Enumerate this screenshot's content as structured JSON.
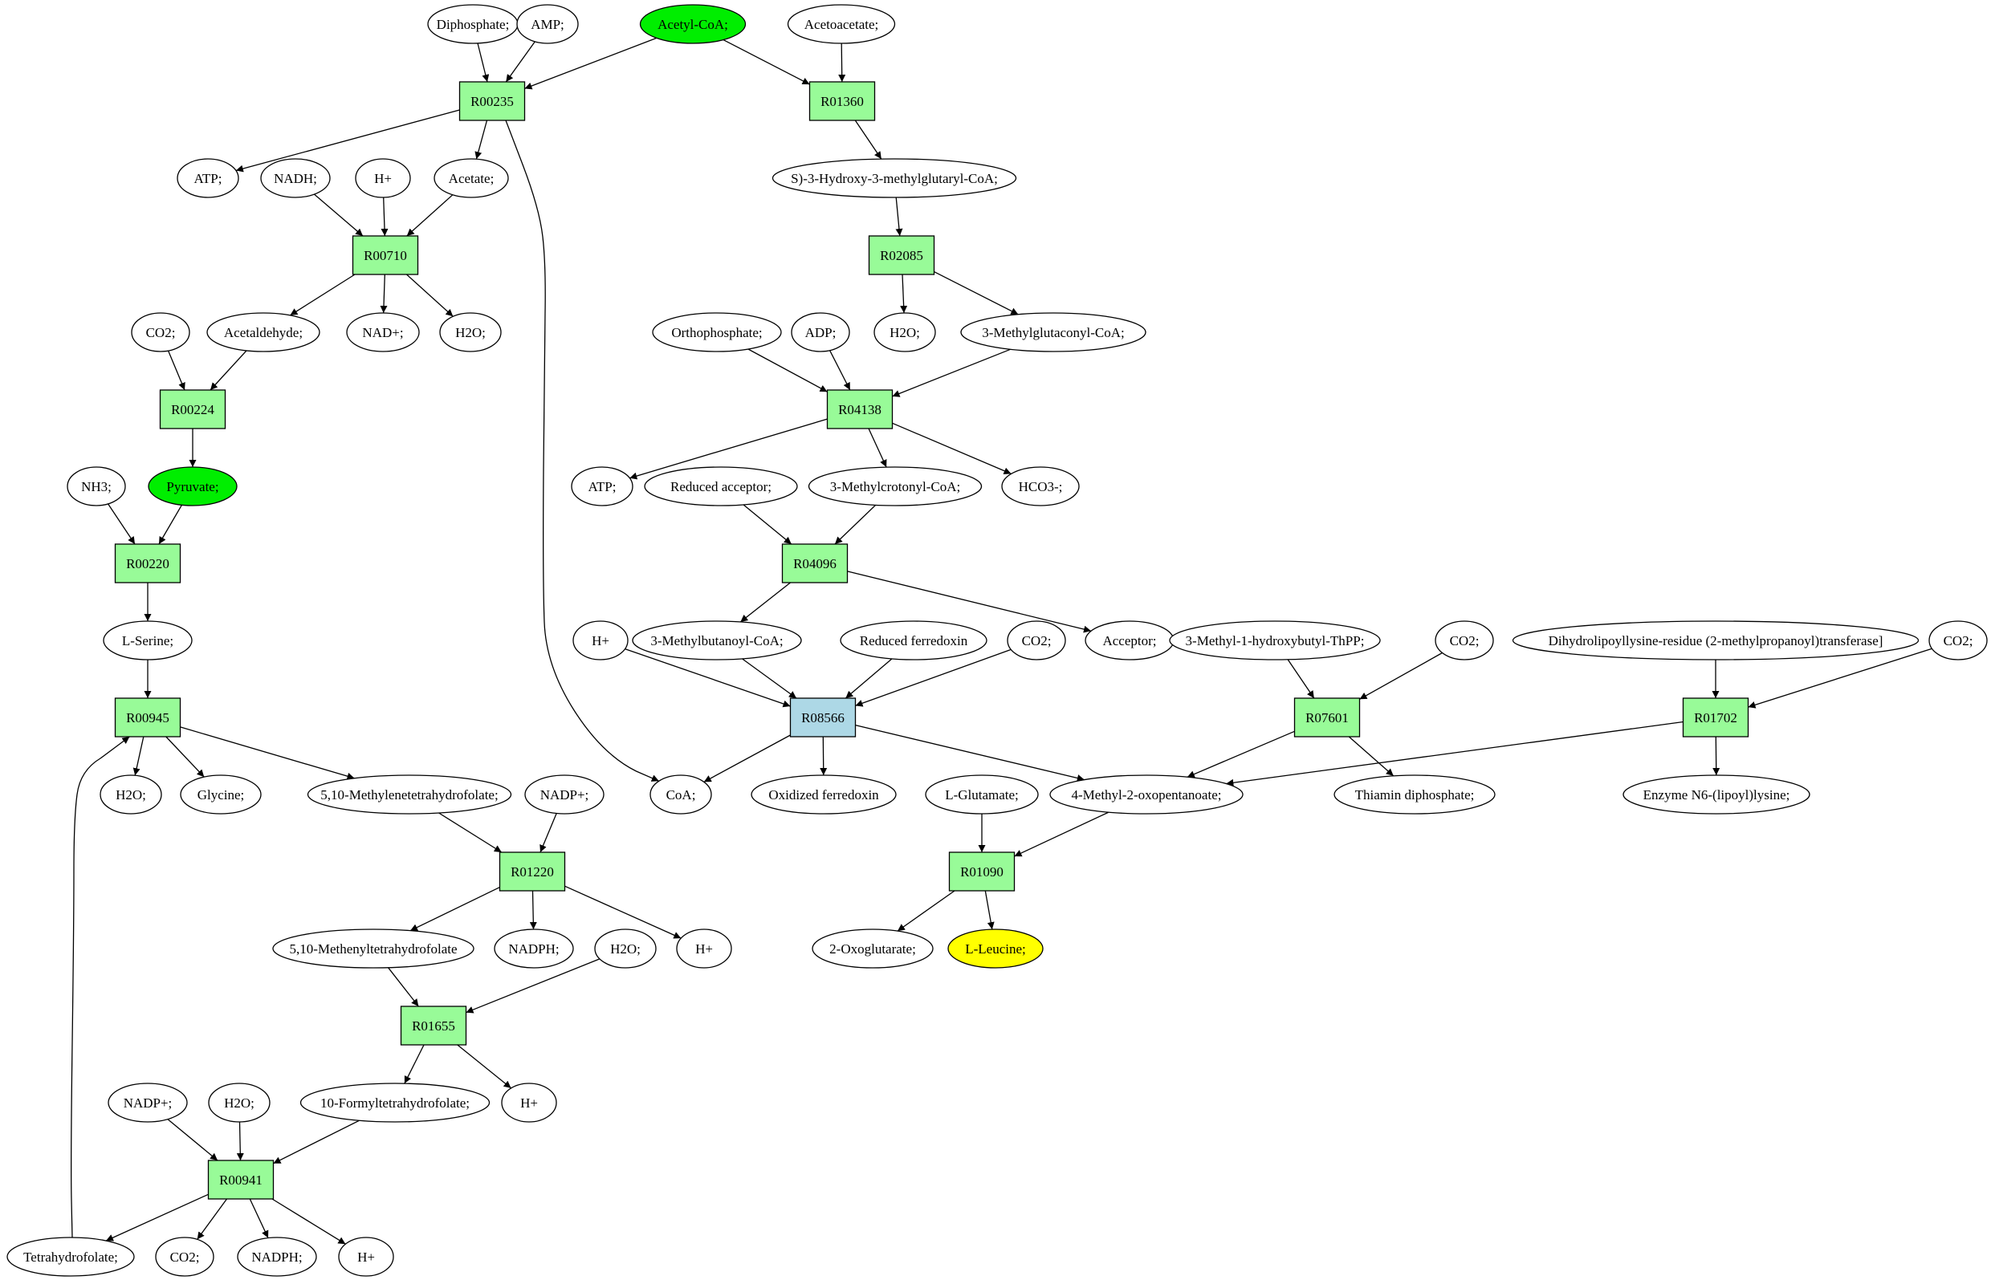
{
  "colors": {
    "reaction": "#98fb98",
    "reaction_highlight": "#add8e6",
    "compound": "#ffffff",
    "compound_start": "#00ee00",
    "compound_target": "#ffff00",
    "edge": "#000000"
  },
  "nodes": [
    {
      "id": "c_diphosphate",
      "kind": "compound",
      "label": "Diphosphate;"
    },
    {
      "id": "c_amp",
      "kind": "compound",
      "label": "AMP;"
    },
    {
      "id": "c_acetylcoa",
      "kind": "compound",
      "label": "Acetyl-CoA;",
      "role": "start"
    },
    {
      "id": "c_acetoacetate",
      "kind": "compound",
      "label": "Acetoacetate;"
    },
    {
      "id": "r_R00235",
      "kind": "reaction",
      "label": "R00235"
    },
    {
      "id": "r_R01360",
      "kind": "reaction",
      "label": "R01360"
    },
    {
      "id": "c_atp1",
      "kind": "compound",
      "label": "ATP;"
    },
    {
      "id": "c_nadh",
      "kind": "compound",
      "label": "NADH;"
    },
    {
      "id": "c_hplus1",
      "kind": "compound",
      "label": "H+"
    },
    {
      "id": "c_acetate",
      "kind": "compound",
      "label": "Acetate;"
    },
    {
      "id": "c_hmgcoa",
      "kind": "compound",
      "label": "S)-3-Hydroxy-3-methylglutaryl-CoA;"
    },
    {
      "id": "r_R00710",
      "kind": "reaction",
      "label": "R00710"
    },
    {
      "id": "r_R02085",
      "kind": "reaction",
      "label": "R02085"
    },
    {
      "id": "c_co2_1",
      "kind": "compound",
      "label": "CO2;"
    },
    {
      "id": "c_acetaldehyde",
      "kind": "compound",
      "label": "Acetaldehyde;"
    },
    {
      "id": "c_nadplus1",
      "kind": "compound",
      "label": "NAD+;"
    },
    {
      "id": "c_h2o_1",
      "kind": "compound",
      "label": "H2O;"
    },
    {
      "id": "c_orthophosphate",
      "kind": "compound",
      "label": "Orthophosphate;"
    },
    {
      "id": "c_adp",
      "kind": "compound",
      "label": "ADP;"
    },
    {
      "id": "c_h2o_2",
      "kind": "compound",
      "label": "H2O;"
    },
    {
      "id": "c_mglutaconyl",
      "kind": "compound",
      "label": "3-Methylglutaconyl-CoA;"
    },
    {
      "id": "r_R00224",
      "kind": "reaction",
      "label": "R00224"
    },
    {
      "id": "r_R04138",
      "kind": "reaction",
      "label": "R04138"
    },
    {
      "id": "c_nh3",
      "kind": "compound",
      "label": "NH3;"
    },
    {
      "id": "c_pyruvate",
      "kind": "compound",
      "label": "Pyruvate;",
      "role": "start"
    },
    {
      "id": "c_atp2",
      "kind": "compound",
      "label": "ATP;"
    },
    {
      "id": "c_redacceptor",
      "kind": "compound",
      "label": "Reduced acceptor;"
    },
    {
      "id": "c_mcrotonyl",
      "kind": "compound",
      "label": "3-Methylcrotonyl-CoA;"
    },
    {
      "id": "c_hco3",
      "kind": "compound",
      "label": "HCO3-;"
    },
    {
      "id": "r_R00220",
      "kind": "reaction",
      "label": "R00220"
    },
    {
      "id": "r_R04096",
      "kind": "reaction",
      "label": "R04096"
    },
    {
      "id": "c_lserine",
      "kind": "compound",
      "label": "L-Serine;"
    },
    {
      "id": "c_hplus2",
      "kind": "compound",
      "label": "H+"
    },
    {
      "id": "c_mbutanoyl",
      "kind": "compound",
      "label": "3-Methylbutanoyl-CoA;"
    },
    {
      "id": "c_redferredoxin",
      "kind": "compound",
      "label": "Reduced ferredoxin"
    },
    {
      "id": "c_co2_2",
      "kind": "compound",
      "label": "CO2;"
    },
    {
      "id": "c_acceptor",
      "kind": "compound",
      "label": "Acceptor;"
    },
    {
      "id": "c_thpp",
      "kind": "compound",
      "label": "3-Methyl-1-hydroxybutyl-ThPP;"
    },
    {
      "id": "c_co2_3",
      "kind": "compound",
      "label": "CO2;"
    },
    {
      "id": "c_dihydrolipoyl",
      "kind": "compound",
      "label": "Dihydrolipoyllysine-residue (2-methylpropanoyl)transferase]"
    },
    {
      "id": "c_co2_4",
      "kind": "compound",
      "label": "CO2;"
    },
    {
      "id": "r_R00945",
      "kind": "reaction",
      "label": "R00945"
    },
    {
      "id": "r_R08566",
      "kind": "reaction",
      "label": "R08566",
      "role": "highlight"
    },
    {
      "id": "r_R07601",
      "kind": "reaction",
      "label": "R07601"
    },
    {
      "id": "r_R01702",
      "kind": "reaction",
      "label": "R01702"
    },
    {
      "id": "c_h2o_3",
      "kind": "compound",
      "label": "H2O;"
    },
    {
      "id": "c_glycine",
      "kind": "compound",
      "label": "Glycine;"
    },
    {
      "id": "c_methylenethf",
      "kind": "compound",
      "label": "5,10-Methylenetetrahydrofolate;"
    },
    {
      "id": "c_nadpplus1",
      "kind": "compound",
      "label": "NADP+;"
    },
    {
      "id": "c_coa",
      "kind": "compound",
      "label": "CoA;"
    },
    {
      "id": "c_oxferredoxin",
      "kind": "compound",
      "label": "Oxidized ferredoxin"
    },
    {
      "id": "c_lglutamate",
      "kind": "compound",
      "label": "L-Glutamate;"
    },
    {
      "id": "c_oxopentanoate",
      "kind": "compound",
      "label": "4-Methyl-2-oxopentanoate;"
    },
    {
      "id": "c_thiamin",
      "kind": "compound",
      "label": "Thiamin diphosphate;"
    },
    {
      "id": "c_enzyme",
      "kind": "compound",
      "label": "Enzyme N6-(lipoyl)lysine;"
    },
    {
      "id": "r_R01220",
      "kind": "reaction",
      "label": "R01220"
    },
    {
      "id": "r_R01090",
      "kind": "reaction",
      "label": "R01090"
    },
    {
      "id": "c_methenylthf",
      "kind": "compound",
      "label": "5,10-Methenyltetrahydrofolate"
    },
    {
      "id": "c_nadph1",
      "kind": "compound",
      "label": "NADPH;"
    },
    {
      "id": "c_h2o_4",
      "kind": "compound",
      "label": "H2O;"
    },
    {
      "id": "c_hplus3",
      "kind": "compound",
      "label": "H+"
    },
    {
      "id": "c_oxoglutarate",
      "kind": "compound",
      "label": "2-Oxoglutarate;"
    },
    {
      "id": "c_leucine",
      "kind": "compound",
      "label": "L-Leucine;",
      "role": "target"
    },
    {
      "id": "r_R01655",
      "kind": "reaction",
      "label": "R01655"
    },
    {
      "id": "c_nadpplus2",
      "kind": "compound",
      "label": "NADP+;"
    },
    {
      "id": "c_h2o_5",
      "kind": "compound",
      "label": "H2O;"
    },
    {
      "id": "c_formylthf",
      "kind": "compound",
      "label": "10-Formyltetrahydrofolate;"
    },
    {
      "id": "c_hplus4",
      "kind": "compound",
      "label": "H+"
    },
    {
      "id": "r_R00941",
      "kind": "reaction",
      "label": "R00941"
    },
    {
      "id": "c_thf",
      "kind": "compound",
      "label": "Tetrahydrofolate;"
    },
    {
      "id": "c_co2_5",
      "kind": "compound",
      "label": "CO2;"
    },
    {
      "id": "c_nadph2",
      "kind": "compound",
      "label": "NADPH;"
    },
    {
      "id": "c_hplus5",
      "kind": "compound",
      "label": "H+"
    }
  ],
  "edges": [
    [
      "c_diphosphate",
      "r_R00235"
    ],
    [
      "c_amp",
      "r_R00235"
    ],
    [
      "c_acetylcoa",
      "r_R00235"
    ],
    [
      "c_acetylcoa",
      "r_R01360"
    ],
    [
      "c_acetoacetate",
      "r_R01360"
    ],
    [
      "r_R00235",
      "c_atp1"
    ],
    [
      "r_R00235",
      "c_acetate"
    ],
    [
      "r_R00235",
      "c_coa"
    ],
    [
      "r_R01360",
      "c_hmgcoa"
    ],
    [
      "c_nadh",
      "r_R00710"
    ],
    [
      "c_hplus1",
      "r_R00710"
    ],
    [
      "c_acetate",
      "r_R00710"
    ],
    [
      "c_hmgcoa",
      "r_R02085"
    ],
    [
      "r_R00710",
      "c_acetaldehyde"
    ],
    [
      "r_R00710",
      "c_nadplus1"
    ],
    [
      "r_R00710",
      "c_h2o_1"
    ],
    [
      "r_R02085",
      "c_h2o_2"
    ],
    [
      "r_R02085",
      "c_mglutaconyl"
    ],
    [
      "c_co2_1",
      "r_R00224"
    ],
    [
      "c_acetaldehyde",
      "r_R00224"
    ],
    [
      "c_orthophosphate",
      "r_R04138"
    ],
    [
      "c_adp",
      "r_R04138"
    ],
    [
      "c_mglutaconyl",
      "r_R04138"
    ],
    [
      "r_R00224",
      "c_pyruvate"
    ],
    [
      "r_R04138",
      "c_atp2"
    ],
    [
      "r_R04138",
      "c_mcrotonyl"
    ],
    [
      "r_R04138",
      "c_hco3"
    ],
    [
      "c_nh3",
      "r_R00220"
    ],
    [
      "c_pyruvate",
      "r_R00220"
    ],
    [
      "c_redacceptor",
      "r_R04096"
    ],
    [
      "c_mcrotonyl",
      "r_R04096"
    ],
    [
      "r_R00220",
      "c_lserine"
    ],
    [
      "r_R04096",
      "c_mbutanoyl"
    ],
    [
      "r_R04096",
      "c_acceptor"
    ],
    [
      "c_lserine",
      "r_R00945"
    ],
    [
      "c_hplus2",
      "r_R08566"
    ],
    [
      "c_mbutanoyl",
      "r_R08566"
    ],
    [
      "c_redferredoxin",
      "r_R08566"
    ],
    [
      "c_co2_2",
      "r_R08566"
    ],
    [
      "c_thpp",
      "r_R07601"
    ],
    [
      "c_co2_3",
      "r_R07601"
    ],
    [
      "c_dihydrolipoyl",
      "r_R01702"
    ],
    [
      "c_co2_4",
      "r_R01702"
    ],
    [
      "r_R00945",
      "c_h2o_3"
    ],
    [
      "r_R00945",
      "c_glycine"
    ],
    [
      "r_R00945",
      "c_methylenethf"
    ],
    [
      "r_R08566",
      "c_coa"
    ],
    [
      "r_R08566",
      "c_oxferredoxin"
    ],
    [
      "r_R08566",
      "c_oxopentanoate"
    ],
    [
      "r_R07601",
      "c_oxopentanoate"
    ],
    [
      "r_R07601",
      "c_thiamin"
    ],
    [
      "r_R01702",
      "c_oxopentanoate"
    ],
    [
      "r_R01702",
      "c_enzyme"
    ],
    [
      "c_methylenethf",
      "r_R01220"
    ],
    [
      "c_nadpplus1",
      "r_R01220"
    ],
    [
      "c_lglutamate",
      "r_R01090"
    ],
    [
      "c_oxopentanoate",
      "r_R01090"
    ],
    [
      "r_R01220",
      "c_methenylthf"
    ],
    [
      "r_R01220",
      "c_nadph1"
    ],
    [
      "r_R01220",
      "c_hplus3"
    ],
    [
      "r_R01090",
      "c_oxoglutarate"
    ],
    [
      "r_R01090",
      "c_leucine"
    ],
    [
      "c_methenylthf",
      "r_R01655"
    ],
    [
      "c_h2o_4",
      "r_R01655"
    ],
    [
      "r_R01655",
      "c_formylthf"
    ],
    [
      "r_R01655",
      "c_hplus4"
    ],
    [
      "c_nadpplus2",
      "r_R00941"
    ],
    [
      "c_h2o_5",
      "r_R00941"
    ],
    [
      "c_formylthf",
      "r_R00941"
    ],
    [
      "r_R00941",
      "c_thf"
    ],
    [
      "r_R00941",
      "c_co2_5"
    ],
    [
      "r_R00941",
      "c_nadph2"
    ],
    [
      "r_R00941",
      "c_hplus5"
    ],
    [
      "c_thf",
      "r_R00945"
    ]
  ]
}
